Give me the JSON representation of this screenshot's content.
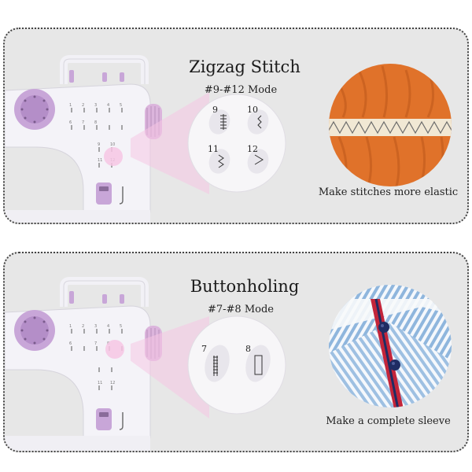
{
  "panels": [
    {
      "title": "Zigzag Stitch",
      "mode": "#9-#12 Mode",
      "caption": "Make stitches more elastic",
      "stitch_numbers": [
        "9",
        "10",
        "11",
        "12"
      ],
      "machine_numbers": [
        "9",
        "10",
        "11",
        "12"
      ]
    },
    {
      "title": "Buttonholing",
      "mode": "#7-#8 Mode",
      "caption": "Make a complete sleeve",
      "stitch_numbers": [
        "7",
        "8"
      ],
      "machine_numbers": [
        "7",
        "8",
        "11",
        "12"
      ]
    }
  ],
  "colors": {
    "panel_bg": "#e7e7e7",
    "machine_body": "#f4f3f8",
    "lilac": "#c8a6d8",
    "pink_glow": "#f6c6e4",
    "orange_fabric": "#e0722a",
    "stripe_blue": "#8fb6dd",
    "red_band": "#c3253a",
    "button_navy": "#1f2c63"
  }
}
